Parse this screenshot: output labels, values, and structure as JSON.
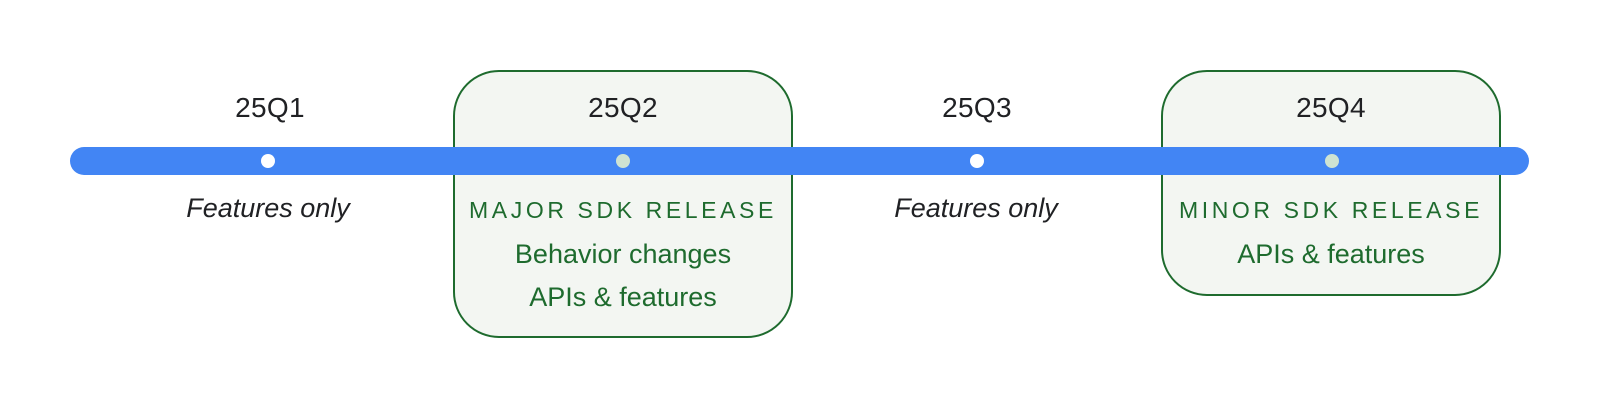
{
  "colors": {
    "timeline": "#4285f4",
    "release_accent": "#1e6b2e",
    "release_fill": "#f3f6f2",
    "text": "#202124"
  },
  "timeline": {
    "quarters": [
      {
        "label": "25Q1",
        "note": "Features only"
      },
      {
        "label": "25Q2",
        "release_title": "MAJOR SDK RELEASE",
        "details": [
          "Behavior changes",
          "APIs & features"
        ]
      },
      {
        "label": "25Q3",
        "note": "Features only"
      },
      {
        "label": "25Q4",
        "release_title": "MINOR SDK RELEASE",
        "details": [
          "APIs & features"
        ]
      }
    ]
  }
}
